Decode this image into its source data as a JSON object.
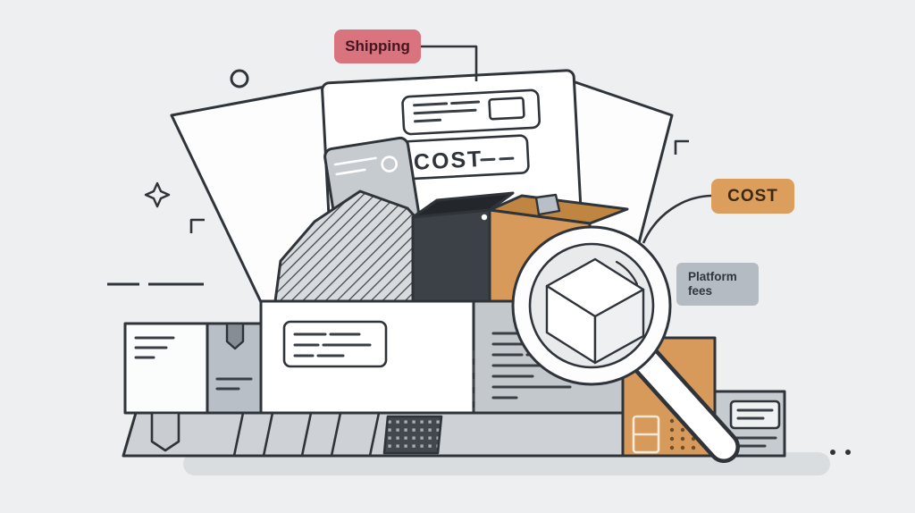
{
  "illustration": {
    "description": "Open shipping box with invoice, parcels and a magnifying glass inspecting costs",
    "tags": {
      "shipping": {
        "label": "Shipping",
        "bg": "#d9737d",
        "text_color": "#451520"
      },
      "cost": {
        "label": "COST",
        "bg": "#db9e5c",
        "text_color": "#3d2910"
      },
      "platform_fees": {
        "line1": "Platform",
        "line2": "fees",
        "bg": "#b5bbc2",
        "text_color": "#30363d"
      }
    },
    "document": {
      "cost_label": "COST"
    },
    "colors": {
      "background": "#edeff1",
      "outline": "#2f343a",
      "orange_box": "#d79a5a",
      "orange_box_top": "#c08641",
      "gray_box": "#b9bfc6",
      "light_gray": "#ced2d6",
      "shadow": "#dadde0",
      "dark_box": "#3c4148"
    },
    "elements": [
      {
        "name": "invoice-document-icon"
      },
      {
        "name": "receipt-icon"
      },
      {
        "name": "wrapped-parcel-icon"
      },
      {
        "name": "dark-box-icon"
      },
      {
        "name": "cardboard-box-icon"
      },
      {
        "name": "magnifier-icon"
      },
      {
        "name": "barcode-parcel-icon"
      },
      {
        "name": "card-reader-icon"
      },
      {
        "name": "sparkle-icon"
      },
      {
        "name": "circle-accent-icon"
      }
    ]
  }
}
